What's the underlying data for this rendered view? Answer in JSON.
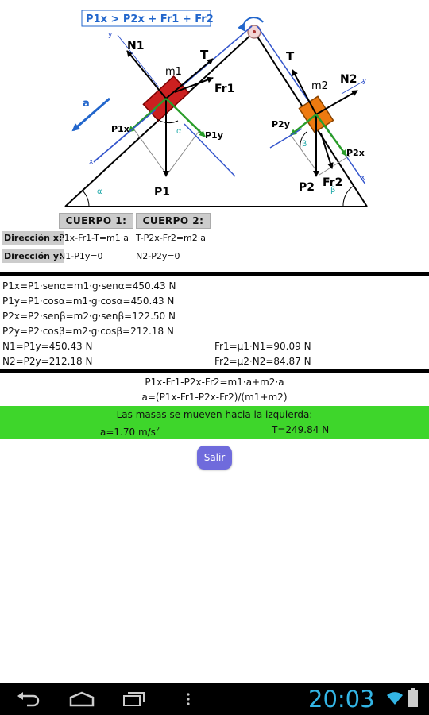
{
  "diagram": {
    "condition": "P1x > P2x + Fr1 + Fr2",
    "labels": {
      "N1": "N1",
      "m1": "m1",
      "T": "T",
      "Fr1": "Fr1",
      "a": "a",
      "P1x": "P1x",
      "P1y": "P1y",
      "alpha": "α",
      "x": "x",
      "y": "y",
      "P1": "P1",
      "N2": "N2",
      "m2": "m2",
      "P2y": "P2y",
      "beta": "β",
      "P2x": "P2x",
      "Fr2": "Fr2",
      "P2": "P2"
    }
  },
  "bodies": {
    "cuerpo1": "CUERPO 1:",
    "cuerpo2": "CUERPO 2:",
    "dir_x_label": "Dirección x:",
    "dir_x_eq1": "P1x-Fr1-T=m1·a",
    "dir_x_eq2": "T-P2x-Fr2=m2·a",
    "dir_y_label": "Dirección y:",
    "dir_y_eq1": "N1-P1y=0",
    "dir_y_eq2": "N2-P2y=0"
  },
  "results": {
    "p1x": "P1x=P1·senα=m1·g·senα=450.43 N",
    "p1y": "P1y=P1·cosα=m1·g·cosα=450.43 N",
    "p2x": "P2x=P2·senβ=m2·g·senβ=122.50 N",
    "p2y": "P2y=P2·cosβ=m2·g·cosβ=212.18 N",
    "n1": "N1=P1y=450.43 N",
    "fr1": "Fr1=μ1·N1=90.09 N",
    "n2": "N2=P2y=212.18 N",
    "fr2": "Fr2=μ2·N2=84.87 N"
  },
  "solution": {
    "eq_sum": "P1x-Fr1-P2x-Fr2=m1·a+m2·a",
    "eq_a": "a=(P1x-Fr1-P2x-Fr2)/(m1+m2)",
    "message": "Las masas se mueven hacia la izquierda:",
    "a_value": "a=1.70 m/s",
    "a_exp": "2",
    "t_value": "T=249.84 N"
  },
  "button": {
    "salir": "Salir"
  },
  "status": {
    "time": "20:03"
  },
  "colors": {
    "green": "#3ed62b",
    "button": "#6f6bdc",
    "clock": "#33b5e5",
    "block1": "#cc2020",
    "block2": "#ee7a10"
  }
}
